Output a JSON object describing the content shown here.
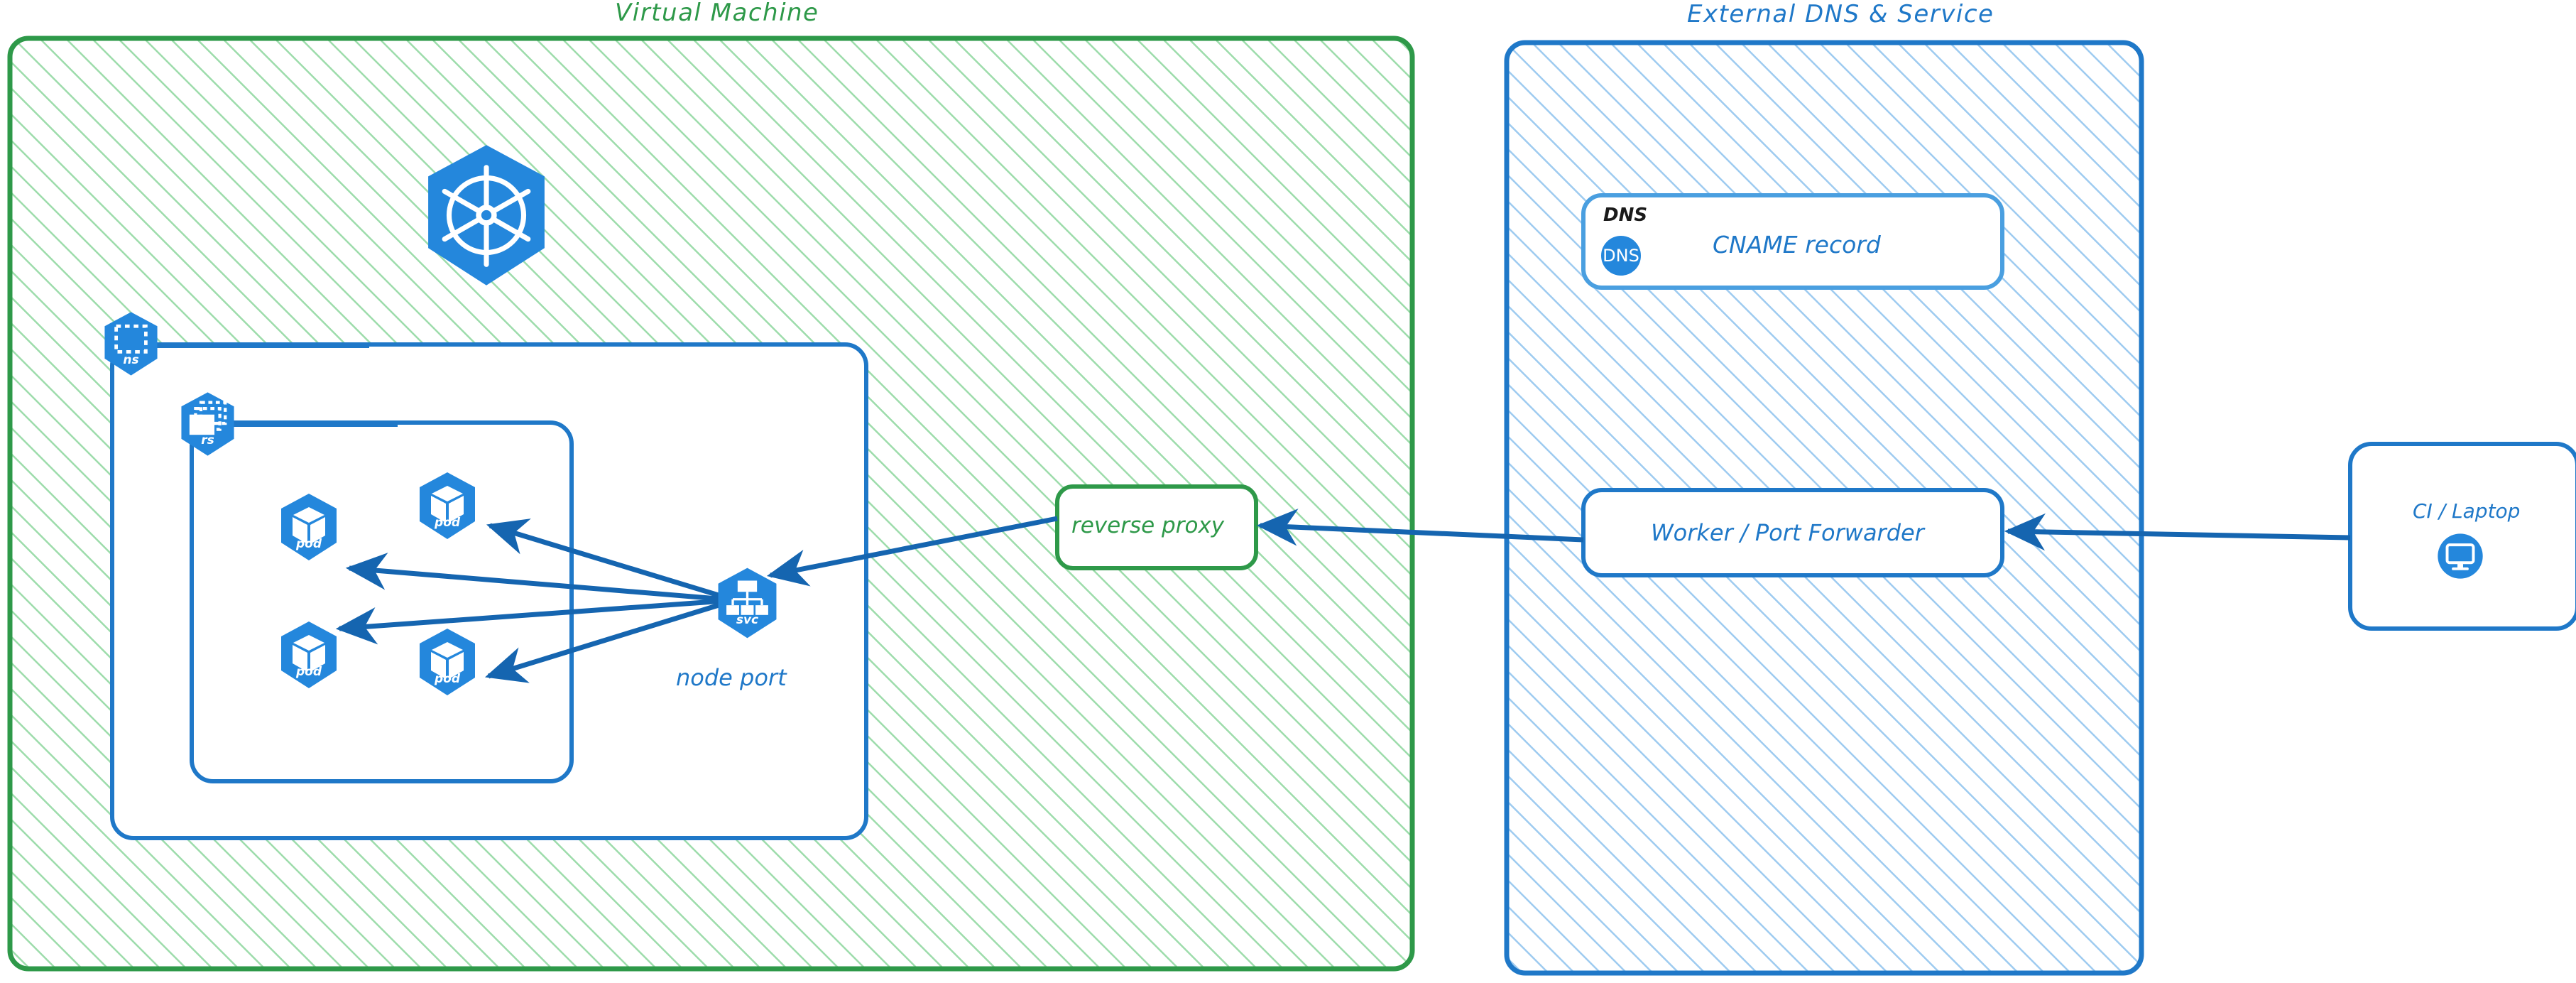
{
  "diagram": {
    "title_left": "Virtual Machine",
    "title_right": "External DNS & Service",
    "colors": {
      "green": "#2e9949",
      "green_hatch": "#9ddcab",
      "blue": "#1f78c8",
      "blue_hatch": "#9ecbf0",
      "k8s_blue": "#2487dc",
      "arrow": "#1565b0",
      "dark": "#1a1a1a"
    }
  },
  "containers": {
    "vm": {
      "label": "Virtual Machine",
      "hatch_color": "#9ddcab",
      "border_color": "#2e9949"
    },
    "external": {
      "label": "External DNS & Service",
      "hatch_color": "#9ecbf0",
      "border_color": "#1f78c8"
    }
  },
  "nodes": {
    "k8s_logo": {
      "name": "kubernetes-logo"
    },
    "namespace": {
      "label": "ns",
      "name": "namespace-icon"
    },
    "replicaset": {
      "label": "rs",
      "name": "replicaset-icon"
    },
    "pods": [
      {
        "label": "pod"
      },
      {
        "label": "pod"
      },
      {
        "label": "pod"
      },
      {
        "label": "pod"
      }
    ],
    "service": {
      "label": "svc",
      "caption": "node port"
    },
    "reverse_proxy": {
      "label": "reverse proxy"
    },
    "dns_card": {
      "title": "DNS",
      "badge": "DNS",
      "label": "CNAME record"
    },
    "worker": {
      "label": "Worker / Port Forwarder"
    },
    "client": {
      "label": "CI / Laptop",
      "icon": "monitor-icon"
    }
  }
}
